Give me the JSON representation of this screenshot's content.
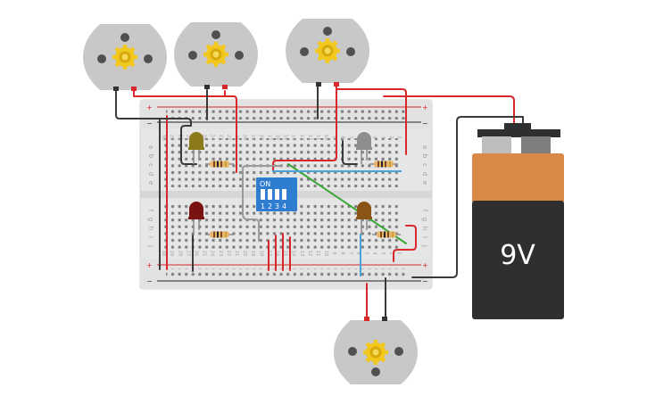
{
  "breadboard": {
    "rail_signs": {
      "plus": "+",
      "minus": "−"
    },
    "row_letters_top": [
      "a",
      "b",
      "c",
      "d",
      "e"
    ],
    "row_letters_bottom": [
      "f",
      "g",
      "h",
      "i",
      "j"
    ],
    "column_numbers_right_to_left": [
      "1",
      "2",
      "3",
      "4",
      "5",
      "6",
      "7",
      "8",
      "9",
      "10",
      "11",
      "12",
      "13",
      "14",
      "15",
      "16",
      "17",
      "18",
      "19",
      "20",
      "21",
      "22",
      "23",
      "24",
      "25",
      "26",
      "27",
      "28",
      "29",
      "30"
    ]
  },
  "dip_switch": {
    "on_label": "ON",
    "switch_numbers": [
      "1",
      "2",
      "3",
      "4"
    ]
  },
  "battery": {
    "label": "9V",
    "body_top_color": "#d98a48",
    "body_bottom_color": "#2f2f2f"
  },
  "motors": [
    {
      "name": "motor-1"
    },
    {
      "name": "motor-2"
    },
    {
      "name": "motor-3"
    },
    {
      "name": "motor-4"
    }
  ],
  "leds": [
    {
      "name": "led-yellow",
      "color": "#8a7a1a"
    },
    {
      "name": "led-white",
      "color": "#8e8e8e"
    },
    {
      "name": "led-red",
      "color": "#7a1212"
    },
    {
      "name": "led-orange",
      "color": "#8a5416"
    }
  ],
  "colors": {
    "wire_red": "#d8282a",
    "wire_black": "#3a3a3a",
    "wire_green": "#3aa638",
    "wire_gray": "#9a9a9a",
    "wire_blue": "#4aa3d8",
    "motor_body": "#c8c8c8",
    "gear": "#f2c81e",
    "dip_switch": "#2f7dd1"
  }
}
